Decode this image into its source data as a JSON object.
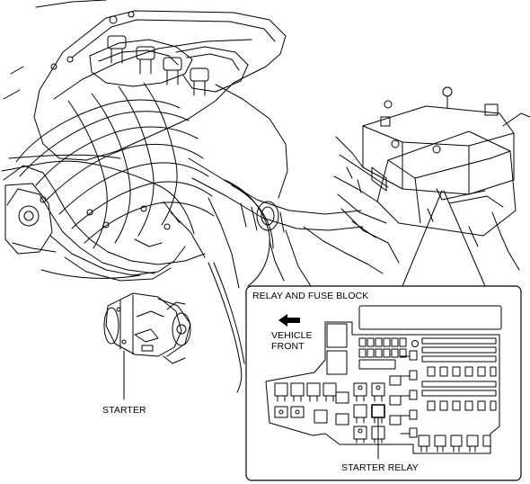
{
  "diagram": {
    "labels": {
      "starter": "STARTER",
      "relay_fuse_block": "RELAY AND FUSE BLOCK",
      "vehicle_front_line1": "VEHICLE",
      "vehicle_front_line2": "FRONT",
      "starter_relay": "STARTER RELAY"
    },
    "arrow_direction": "left",
    "line_color": "#000000",
    "background": "#ffffff"
  }
}
